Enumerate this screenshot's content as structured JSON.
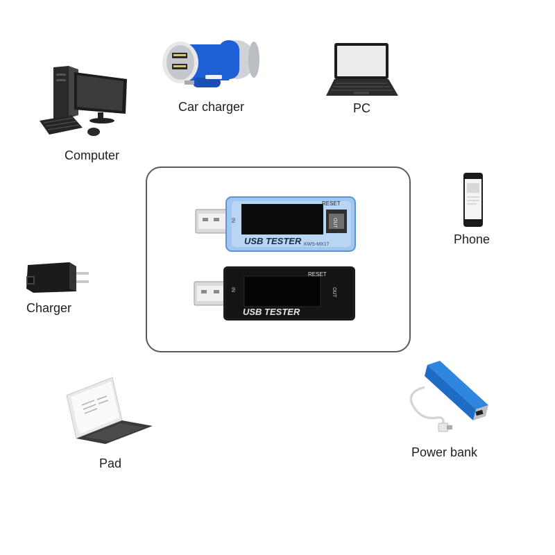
{
  "devices": {
    "computer": {
      "label": "Computer",
      "icon": "desktop-computer-icon"
    },
    "car_charger": {
      "label": "Car charger",
      "icon": "car-charger-icon"
    },
    "pc": {
      "label": "PC",
      "icon": "laptop-icon"
    },
    "phone": {
      "label": "Phone",
      "icon": "smartphone-icon"
    },
    "charger": {
      "label": "Charger",
      "icon": "wall-charger-icon"
    },
    "pad": {
      "label": "Pad",
      "icon": "tablet-icon"
    },
    "power_bank": {
      "label": "Power bank",
      "icon": "power-bank-icon"
    }
  },
  "testers": {
    "blue": {
      "screen_label": "USB TESTER",
      "reset_label": "RESET",
      "model_label": "KWS-MX17",
      "in_label": "IN",
      "out_label": "OUT",
      "color": "#9fc7f0"
    },
    "black": {
      "screen_label": "USB TESTER",
      "reset_label": "RESET",
      "in_label": "IN",
      "out_label": "OUT",
      "color": "#1b1b1b"
    }
  },
  "colors": {
    "accent_blue": "#1f5fd6",
    "frame": "#5a5a5a"
  }
}
